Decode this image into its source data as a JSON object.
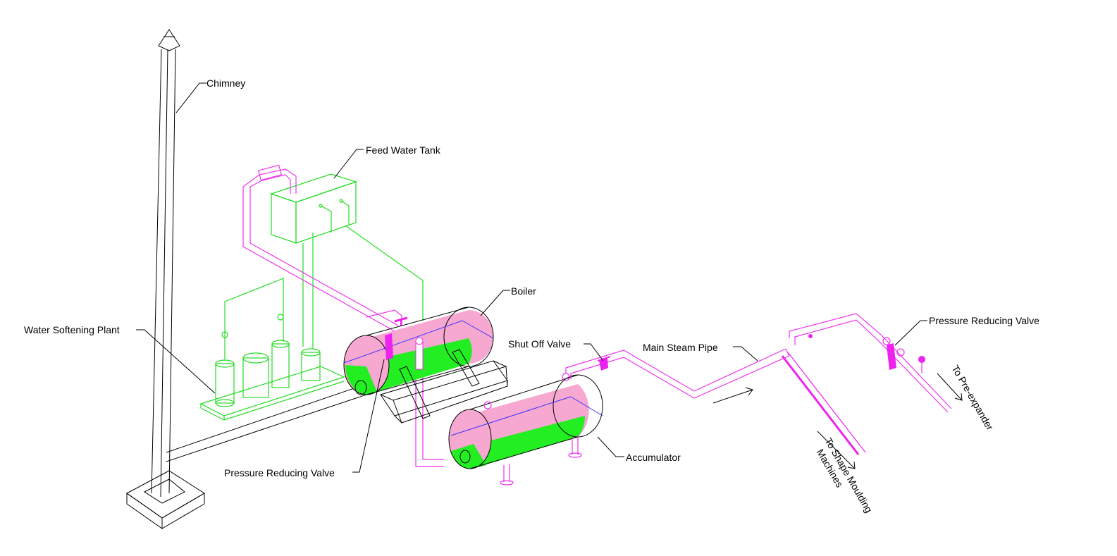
{
  "labels": {
    "chimney": "Chimney",
    "feed_water_tank": "Feed Water Tank",
    "boiler": "Boiler",
    "water_softening_plant": "Water Softening Plant",
    "shut_off_valve": "Shut Off Valve",
    "main_steam_pipe": "Main Steam Pipe",
    "pressure_reducing_valve_right": "Pressure Reducing Valve",
    "pressure_reducing_valve_left": "Pressure Reducing Valve",
    "accumulator": "Accumulator",
    "to_shape_moulding_line1": "To Shape Moulding",
    "to_shape_moulding_line2": "Machines",
    "to_pre_expander": "To Pre-expander"
  },
  "colors": {
    "water_line": "#22dd22",
    "steam_line": "#ee33ee",
    "vessel_fill": "#f7a8d0",
    "water_fill": "#22ee22",
    "valve": "#ee22ee",
    "outline": "#000000"
  }
}
